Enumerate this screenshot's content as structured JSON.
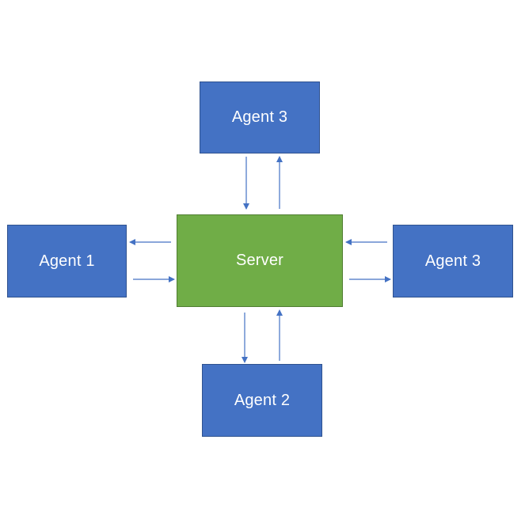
{
  "diagram": {
    "nodes": {
      "agent_top": {
        "label": "Agent 3"
      },
      "agent_left": {
        "label": "Agent 1"
      },
      "agent_right": {
        "label": "Agent 3"
      },
      "agent_bottom": {
        "label": "Agent 2"
      },
      "server": {
        "label": "Server"
      }
    },
    "edges": [
      {
        "from": "agent_top",
        "to": "server"
      },
      {
        "from": "server",
        "to": "agent_top"
      },
      {
        "from": "server",
        "to": "agent_left"
      },
      {
        "from": "agent_left",
        "to": "server"
      },
      {
        "from": "agent_right",
        "to": "server"
      },
      {
        "from": "server",
        "to": "agent_right"
      },
      {
        "from": "server",
        "to": "agent_bottom"
      },
      {
        "from": "agent_bottom",
        "to": "server"
      }
    ],
    "colors": {
      "agent_fill": "#4472c4",
      "server_fill": "#70ad47",
      "arrow": "#4472c4",
      "text": "#ffffff"
    }
  }
}
